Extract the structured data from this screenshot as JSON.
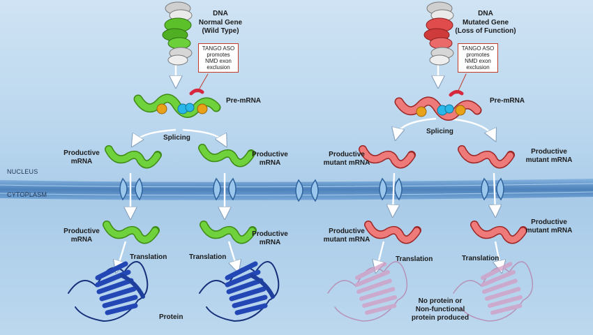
{
  "colors": {
    "normal": "#5cc02a",
    "mutant": "#e04b4b",
    "exon": "#e7a21a",
    "nmd": "#29b6e8",
    "aso": "#d7263d",
    "protein": "#1e3f9e",
    "nonfunctional": "#c98bb5",
    "membrane": "#4d83bd"
  },
  "left": {
    "dna_title": "DNA",
    "gene_line1": "Normal Gene",
    "gene_line2": "(Wild Type)",
    "aso_box": [
      "TANGO ASO",
      "promotes",
      "NMD exon",
      "exclusion"
    ],
    "pre_mrna": "Pre-mRNA",
    "splicing": "Splicing",
    "nuc_mrna_a": [
      "Productive",
      "mRNA"
    ],
    "nuc_mrna_b": [
      "Productive",
      "mRNA"
    ],
    "cyt_mrna_a": [
      "Productive",
      "mRNA"
    ],
    "cyt_mrna_b": [
      "Productive",
      "mRNA"
    ],
    "translation_a": "Translation",
    "translation_b": "Translation",
    "protein": "Protein"
  },
  "right": {
    "dna_title": "DNA",
    "gene_line1": "Mutated Gene",
    "gene_line2": "(Loss of Function)",
    "aso_box": [
      "TANGO ASO",
      "promotes",
      "NMD exon",
      "exclusion"
    ],
    "pre_mrna": "Pre-mRNA",
    "splicing": "Splicing",
    "nuc_mrna_a": [
      "Productive",
      "mutant mRNA"
    ],
    "nuc_mrna_b": [
      "Productive",
      "mutant mRNA"
    ],
    "cyt_mrna_a": [
      "Productive",
      "mutant mRNA"
    ],
    "cyt_mrna_b": [
      "Productive",
      "mutant mRNA"
    ],
    "translation_a": "Translation",
    "translation_b": "Translation",
    "no_protein": [
      "No protein or",
      "Non-functional",
      "protein produced"
    ]
  },
  "membrane": {
    "nucleus": "NUCLEUS",
    "cytoplasm": "CYTOPLASM"
  }
}
